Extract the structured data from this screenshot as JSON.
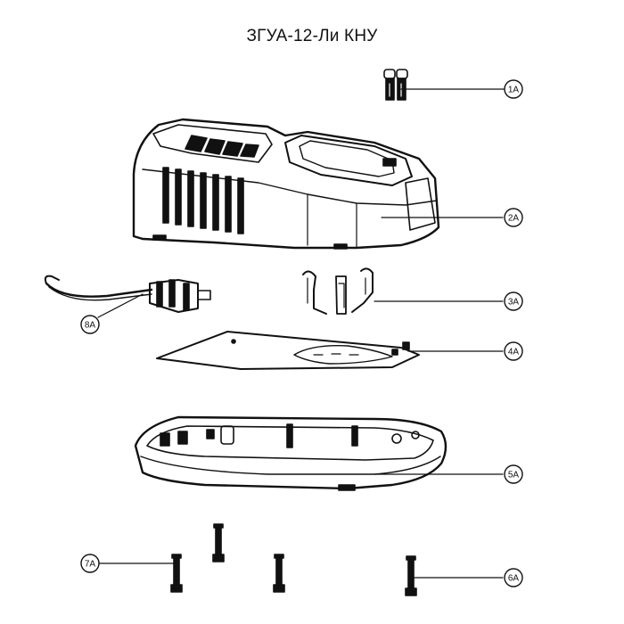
{
  "title": "ЗГУА-12-Ли КНУ",
  "callouts": {
    "c1": "1A",
    "c2": "2A",
    "c3": "3A",
    "c4": "4A",
    "c5": "5A",
    "c6": "6A",
    "c7": "7A",
    "c8": "8A"
  }
}
